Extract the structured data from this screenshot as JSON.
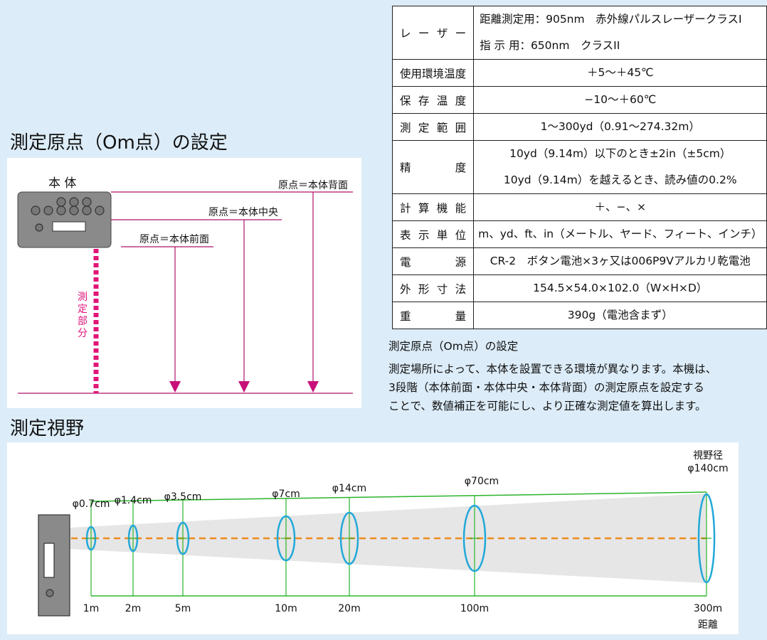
{
  "spec_table": [
    {
      "label_chars": [
        "レ",
        "ー",
        "ザ",
        "ー"
      ],
      "values": [
        "距離測定用：905nm　赤外線パルスレーザークラスI",
        "指 示 用：650nm　クラスII"
      ]
    },
    {
      "label_chars": [
        "使",
        "用",
        "環",
        "境",
        "温",
        "度"
      ],
      "values": [
        "＋5〜＋45℃"
      ]
    },
    {
      "label_chars": [
        "保",
        "存",
        "温",
        "度"
      ],
      "values": [
        "−10〜＋60℃"
      ]
    },
    {
      "label_chars": [
        "測",
        "定",
        "範",
        "囲"
      ],
      "values": [
        "1〜300yd（0.91〜274.32m）"
      ]
    },
    {
      "label_chars": [
        "精",
        "度"
      ],
      "values": [
        "10yd（9.14m）以下のとき±2in（±5cm）",
        "10yd（9.14m）を越えるとき、読み値の0.2%"
      ]
    },
    {
      "label_chars": [
        "計",
        "算",
        "機",
        "能"
      ],
      "values": [
        "＋、−、×"
      ]
    },
    {
      "label_chars": [
        "表",
        "示",
        "単",
        "位"
      ],
      "values": [
        "m、yd、ft、in（メートル、ヤード、フィート、インチ）"
      ]
    },
    {
      "label_chars": [
        "電",
        "源"
      ],
      "values": [
        "CR-2　ボタン電池×3ヶ又は006P9Vアルカリ乾電池"
      ]
    },
    {
      "label_chars": [
        "外",
        "形",
        "寸",
        "法"
      ],
      "values": [
        "154.5×54.0×102.0（W×H×D）"
      ]
    },
    {
      "label_chars": [
        "重",
        "量"
      ],
      "values": [
        "390g（電池含まず）"
      ]
    }
  ],
  "origin_section": {
    "title": "測定原点（Om点）の設定",
    "body_label": "本 体",
    "back_label": "原点＝本体背面",
    "center_label": "原点＝本体中央",
    "front_label": "原点＝本体前面",
    "measure_chars": [
      "測",
      "定",
      "部",
      "分"
    ],
    "measure_color": "#e0157a",
    "desc_title": "測定原点（Om点）の設定",
    "desc_lines": [
      "測定場所によって、本体を設置できる環境が異なります。本機は、",
      "3段階（本体前面・本体中央・本体背面）の測定原点を設定する",
      "ことで、数値補正を可能にし、より正確な測定値を算出します。"
    ]
  },
  "fov_section": {
    "title": "測定視野",
    "header": [
      "視野径",
      "φ140cm"
    ],
    "distance_footer": "距離",
    "points": [
      {
        "dist": "1m",
        "diam": "φ0.7cm"
      },
      {
        "dist": "2m",
        "diam": "φ1.4cm"
      },
      {
        "dist": "5m",
        "diam": "φ3.5cm"
      },
      {
        "dist": "10m",
        "diam": "φ7cm"
      },
      {
        "dist": "20m",
        "diam": "φ14cm"
      },
      {
        "dist": "100m",
        "diam": "φ70cm"
      },
      {
        "dist": "300m",
        "diam": ""
      }
    ],
    "colors": {
      "guide": "#2bb52b",
      "ellipse": "#22a8d8",
      "beam": "#f08a1c",
      "cone": "#e6e6e6",
      "device": "#8a8a8a"
    }
  },
  "colors": {
    "background": "#dcecf8",
    "line_magenta": "#b0106a",
    "arrow": "#c8107a"
  }
}
